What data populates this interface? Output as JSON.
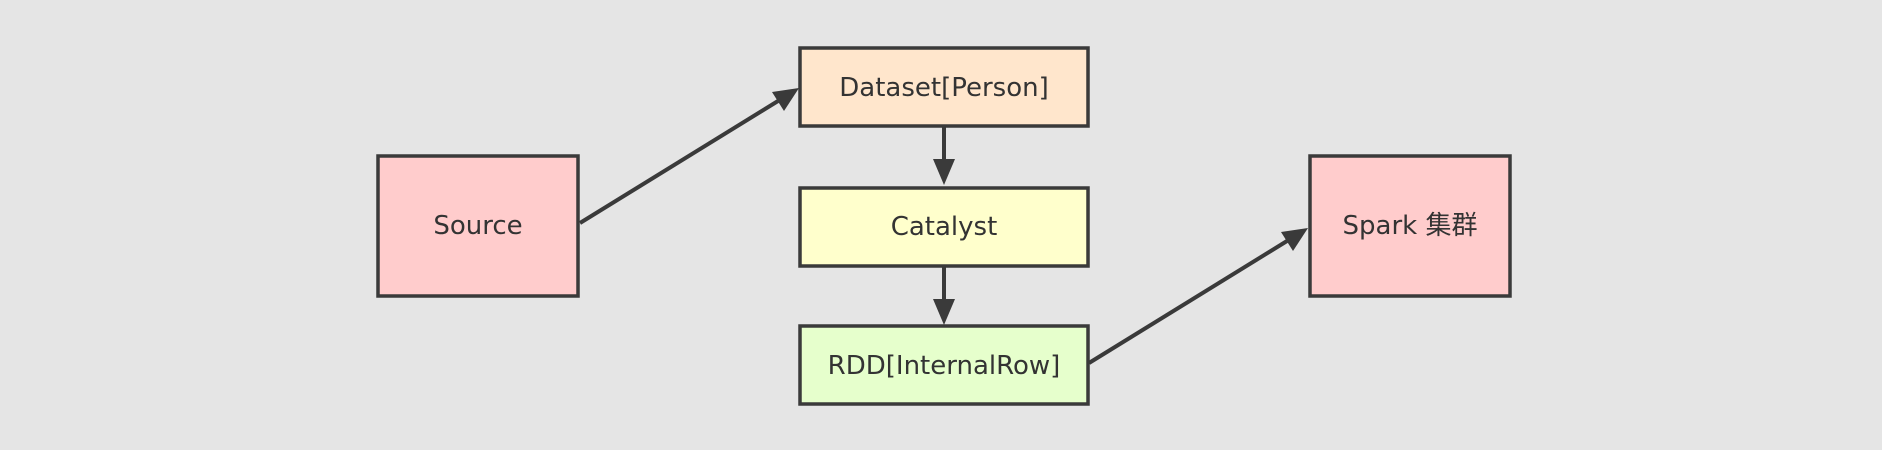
{
  "diagram": {
    "background": "#e5e5e5",
    "nodes": [
      {
        "id": "source",
        "label": "Source",
        "fill": "#ffcccc"
      },
      {
        "id": "dataset",
        "label": "Dataset[Person]",
        "fill": "#ffe6cc"
      },
      {
        "id": "catalyst",
        "label": "Catalyst",
        "fill": "#ffffcc"
      },
      {
        "id": "rdd",
        "label": "RDD[InternalRow]",
        "fill": "#e6ffcc"
      },
      {
        "id": "spark",
        "label": "Spark 集群",
        "fill": "#ffcccc"
      }
    ],
    "edges": [
      {
        "from": "source",
        "to": "dataset"
      },
      {
        "from": "dataset",
        "to": "catalyst"
      },
      {
        "from": "catalyst",
        "to": "rdd"
      },
      {
        "from": "rdd",
        "to": "spark"
      }
    ]
  }
}
